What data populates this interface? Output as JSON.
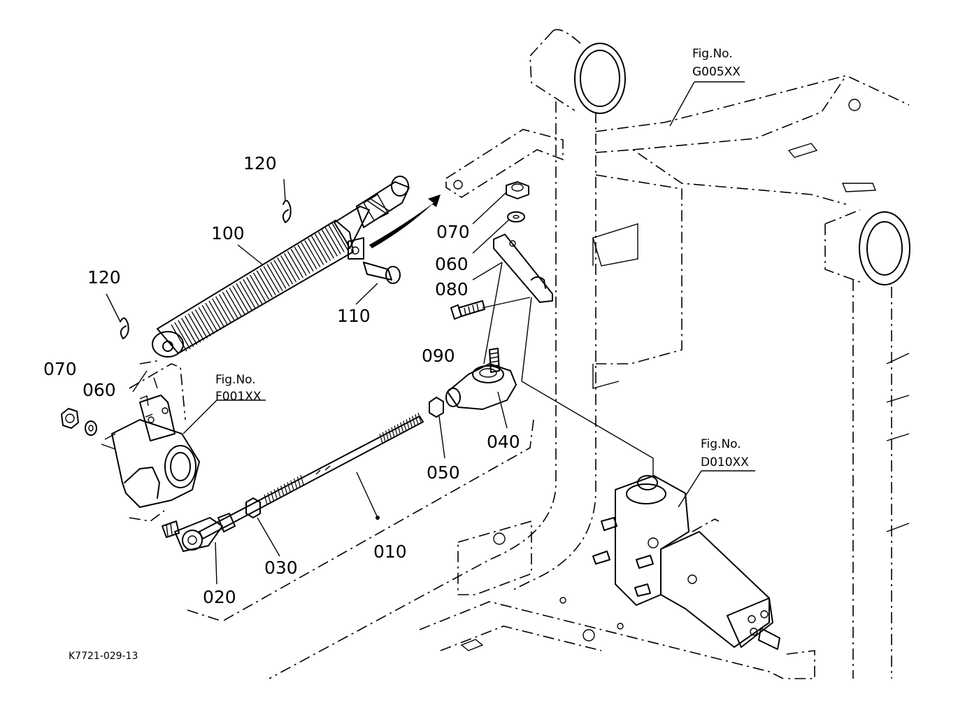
{
  "drawing_code": "K7721-029-13",
  "fig_refs": {
    "g005": {
      "title": "Fig.No.",
      "number": "G005XX"
    },
    "f001": {
      "title": "Fig.No.",
      "number": "F001XX"
    },
    "d010": {
      "title": "Fig.No.",
      "number": "D010XX"
    }
  },
  "parts": {
    "p010": "010",
    "p020": "020",
    "p030": "030",
    "p040": "040",
    "p050": "050",
    "p060_left": "060",
    "p060_right": "060",
    "p070_left": "070",
    "p070_right": "070",
    "p080": "080",
    "p090": "090",
    "p100": "100",
    "p110": "110",
    "p120_top": "120",
    "p120_left": "120"
  }
}
